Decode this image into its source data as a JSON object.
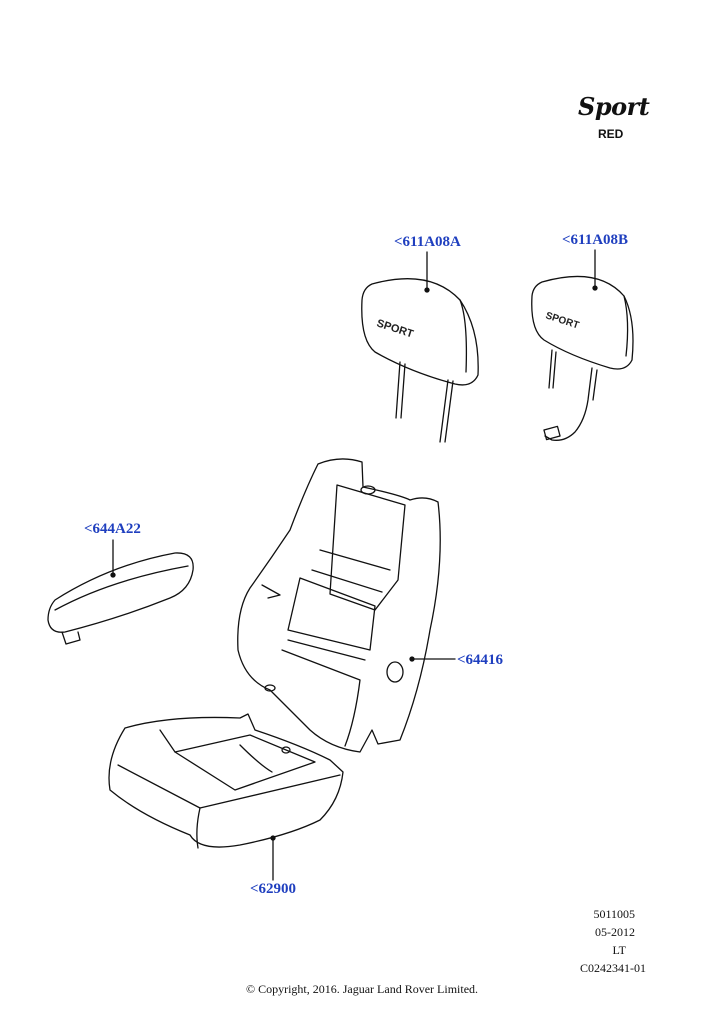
{
  "brand": {
    "name": "Sport",
    "variant": "RED"
  },
  "callouts": {
    "headrest_a": "<611A08A",
    "headrest_b": "<611A08B",
    "armrest": "<644A22",
    "seat_back": "<64416",
    "seat_cushion": "<62900"
  },
  "headrest_label": "SPORT",
  "footer": {
    "code1": "5011005",
    "date": "05-2012",
    "lt": "LT",
    "drawing": "C0242341-01",
    "copyright": "© Copyright, 2016. Jaguar Land Rover Limited."
  },
  "colors": {
    "callout": "#1f3fbf",
    "line": "#111111"
  }
}
